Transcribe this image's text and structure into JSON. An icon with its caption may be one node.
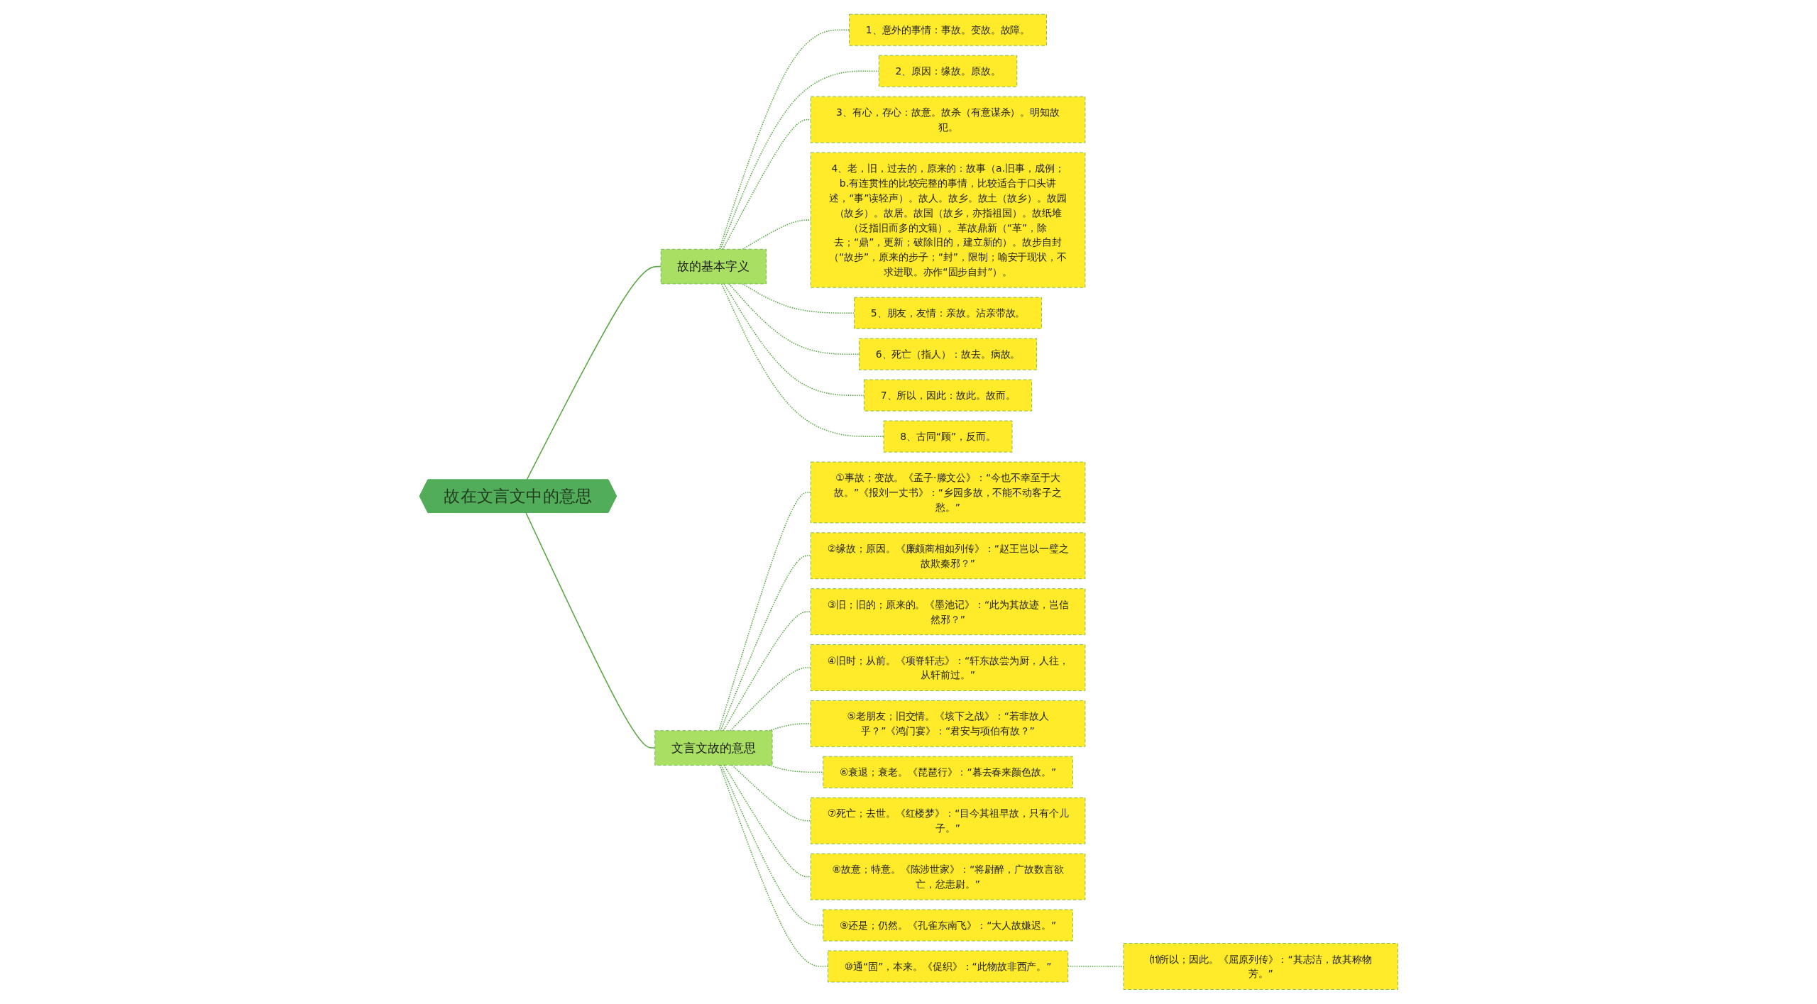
{
  "diagram": {
    "nodes": [
      {
        "text": [
          "故在文言文中的意思"
        ]
      },
      {
        "text": [
          "故的基本字义"
        ]
      },
      {
        "text": [
          "1、意外的事情：事故。变故。故障。"
        ]
      },
      {
        "text": [
          "2、原因：缘故。原故。"
        ]
      },
      {
        "text": [
          "3、有心，存心：故意。故杀（有意谋杀）。明知故犯。"
        ]
      },
      {
        "text": [
          "4、老，旧，过去的，原来的：故事（a.旧事，成例；b.有连贯性的比较完整的事情，比较适合于口头讲述，“事”读轻声）。故人。故乡。故土（故乡）。故园（故乡）。故居。故国（故乡，亦指祖国）。故纸堆（泛指旧而多的文籍）。革故鼎新（“革”，除去；“鼎”，更新；破除旧的，建立新的）。故步自封（“故步”，原来的步子；“封”，限制；喻安于现状，不求进取。亦作“固步自封”）。"
        ]
      },
      {
        "text": [
          "5、朋友，友情：亲故。沾亲带故。"
        ]
      },
      {
        "text": [
          "6、死亡（指人）：故去。病故。"
        ]
      },
      {
        "text": [
          "7、所以，因此：故此。故而。"
        ]
      },
      {
        "text": [
          "8、古同“顾”，反而。"
        ]
      },
      {
        "text": [
          "文言文故的意思"
        ]
      },
      {
        "text": [
          "①事故；变故。《孟子·滕文公》：“今也不幸至于大故。”《报刘一丈书》：“乡园多故，不能不动客子之愁。”"
        ]
      },
      {
        "text": [
          "②缘故；原因。《廉颇蔺相如列传》：“赵王岂以一璧之故欺秦邪？”"
        ]
      },
      {
        "text": [
          "③旧；旧的；原来的。《墨池记》：“此为其故迹，岂信然邪？”"
        ]
      },
      {
        "text": [
          "④旧时；从前。《项脊轩志》：“轩东故尝为厨，人往，从轩前过。”"
        ]
      },
      {
        "text": [
          "⑤老朋友；旧交情。《垓下之战》：“若非故人乎？”《鸿门宴》：“君安与项伯有故？”"
        ]
      },
      {
        "text": [
          "⑥衰退；衰老。《琵琶行》：“暮去春来颜色故。”"
        ]
      },
      {
        "text": [
          "⑦死亡；去世。《红楼梦》：“目今其祖早故，只有个儿子。”"
        ]
      },
      {
        "text": [
          "⑧故意；特意。《陈涉世家》：“将尉醉，广故数言欲亡，忿恚尉。”"
        ]
      },
      {
        "text": [
          "⑨还是；仍然。《孔雀东南飞》：“大人故嫌迟。”"
        ]
      },
      {
        "text": [
          "⑩通“固”，本来。《促织》：“此物故非西产。”"
        ]
      },
      {
        "text": [
          "⑾所以；因此。《屈原列传》：“其志洁，故其称物芳。”"
        ]
      }
    ],
    "edges": [
      {
        "from": 0,
        "to": 1,
        "arrow": "none"
      },
      {
        "from": 1,
        "to": 2,
        "arrow": "none",
        "style": "dashed"
      },
      {
        "from": 1,
        "to": 3,
        "arrow": "none",
        "style": "dashed"
      },
      {
        "from": 1,
        "to": 4,
        "arrow": "none",
        "style": "dashed"
      },
      {
        "from": 1,
        "to": 5,
        "arrow": "none",
        "style": "dashed"
      },
      {
        "from": 1,
        "to": 6,
        "arrow": "none",
        "style": "dashed"
      },
      {
        "from": 1,
        "to": 7,
        "arrow": "none",
        "style": "dashed"
      },
      {
        "from": 1,
        "to": 8,
        "arrow": "none",
        "style": "dashed"
      },
      {
        "from": 1,
        "to": 9,
        "arrow": "none",
        "style": "dashed"
      },
      {
        "from": 0,
        "to": 10,
        "arrow": "none"
      },
      {
        "from": 10,
        "to": 11,
        "arrow": "none",
        "style": "dashed"
      },
      {
        "from": 10,
        "to": 12,
        "arrow": "none",
        "style": "dashed"
      },
      {
        "from": 10,
        "to": 13,
        "arrow": "none",
        "style": "dashed"
      },
      {
        "from": 10,
        "to": 14,
        "arrow": "none",
        "style": "dashed"
      },
      {
        "from": 10,
        "to": 15,
        "arrow": "none",
        "style": "dashed"
      },
      {
        "from": 10,
        "to": 16,
        "arrow": "none",
        "style": "dashed"
      },
      {
        "from": 10,
        "to": 17,
        "arrow": "none",
        "style": "dashed"
      },
      {
        "from": 10,
        "to": 18,
        "arrow": "none",
        "style": "dashed"
      },
      {
        "from": 10,
        "to": 19,
        "arrow": "none",
        "style": "dashed"
      },
      {
        "from": 10,
        "to": 20,
        "arrow": "none",
        "style": "dashed"
      },
      {
        "from": 20,
        "to": 21,
        "arrow": "none",
        "style": "dashed"
      }
    ]
  }
}
